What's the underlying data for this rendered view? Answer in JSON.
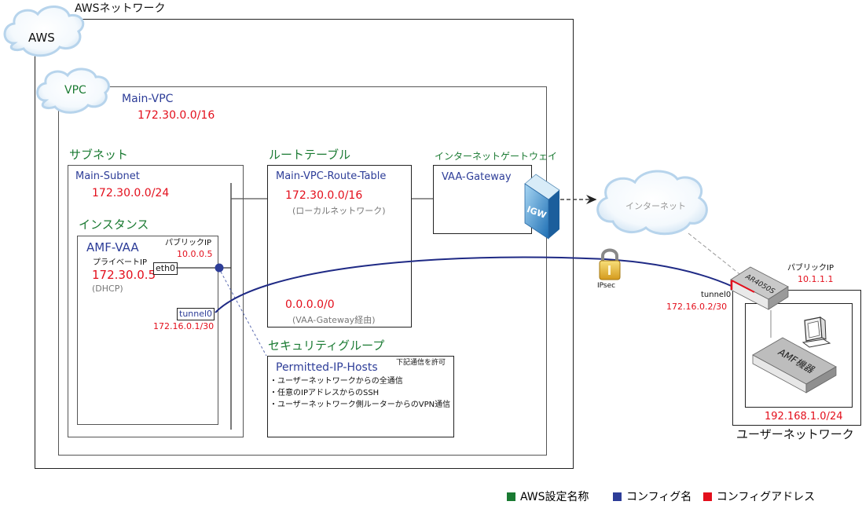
{
  "aws_network": {
    "title": "AWSネットワーク",
    "cloud_label": "AWS"
  },
  "vpc": {
    "cloud_label": "VPC",
    "name": "Main-VPC",
    "cidr": "172.30.0.0/16"
  },
  "subnet": {
    "section_label": "サブネット",
    "name": "Main-Subnet",
    "cidr": "172.30.0.0/24"
  },
  "instance": {
    "section_label": "インスタンス",
    "name": "AMF-VAA",
    "public_ip_label": "パブリックIP",
    "public_ip": "10.0.0.5",
    "private_ip_label": "プライベートIP",
    "private_ip": "172.30.0.5",
    "private_ip_note": "(DHCP)",
    "eth_iface": "eth0",
    "tunnel_iface": "tunnel0",
    "tunnel_ip": "172.16.0.1/30"
  },
  "route_table": {
    "section_label": "ルートテーブル",
    "name": "Main-VPC-Route-Table",
    "routes": [
      {
        "dest": "172.30.0.0/16",
        "note": "(ローカルネットワーク)"
      },
      {
        "dest": "0.0.0.0/0",
        "note": "(VAA-Gateway経由)"
      }
    ]
  },
  "internet_gateway": {
    "section_label": "インターネットゲートウェイ",
    "name": "VAA-Gateway",
    "icon_label": "IGW"
  },
  "internet": {
    "cloud_label": "インターネット"
  },
  "ipsec": {
    "label": "IPsec"
  },
  "security_group": {
    "section_label": "セキュリティグループ",
    "name": "Permitted-IP-Hosts",
    "note": "下記通信を許可",
    "rules": [
      "・ユーザーネットワークからの全通信",
      "・任意のIPアドレスからのSSH",
      "・ユーザーネットワーク側ルーターからのVPN通信"
    ]
  },
  "user_network": {
    "router_model": "AR4050S",
    "public_ip_label": "パブリックIP",
    "public_ip": "10.1.1.1",
    "tunnel_iface": "tunnel0",
    "tunnel_ip": "172.16.0.2/30",
    "device_label": "AMF機器",
    "lan_cidr": "192.168.1.0/24",
    "title": "ユーザーネットワーク"
  },
  "legend": {
    "items": [
      {
        "label": "AWS設定名称",
        "color": "#1a7a32"
      },
      {
        "label": "コンフィグ名",
        "color": "#2d3d98"
      },
      {
        "label": "コンフィグアドレス",
        "color": "#e30f1c"
      }
    ]
  }
}
